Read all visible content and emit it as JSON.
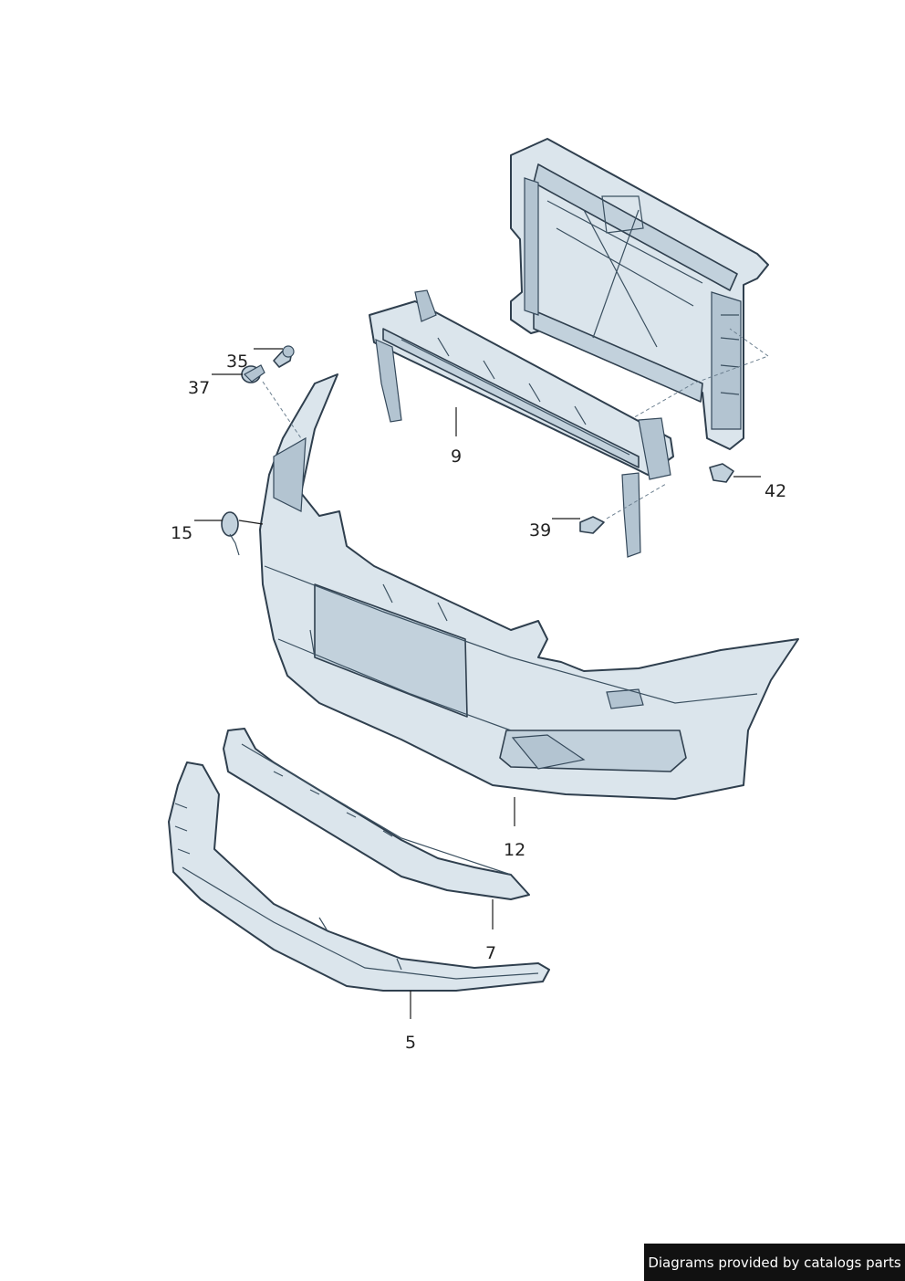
{
  "callouts": {
    "c35": "35",
    "c37": "37",
    "c9": "9",
    "c42": "42",
    "c15": "15",
    "c39": "39",
    "c12": "12",
    "c7": "7",
    "c5": "5"
  },
  "footer": {
    "credit": "Diagrams provided by catalogs parts"
  }
}
